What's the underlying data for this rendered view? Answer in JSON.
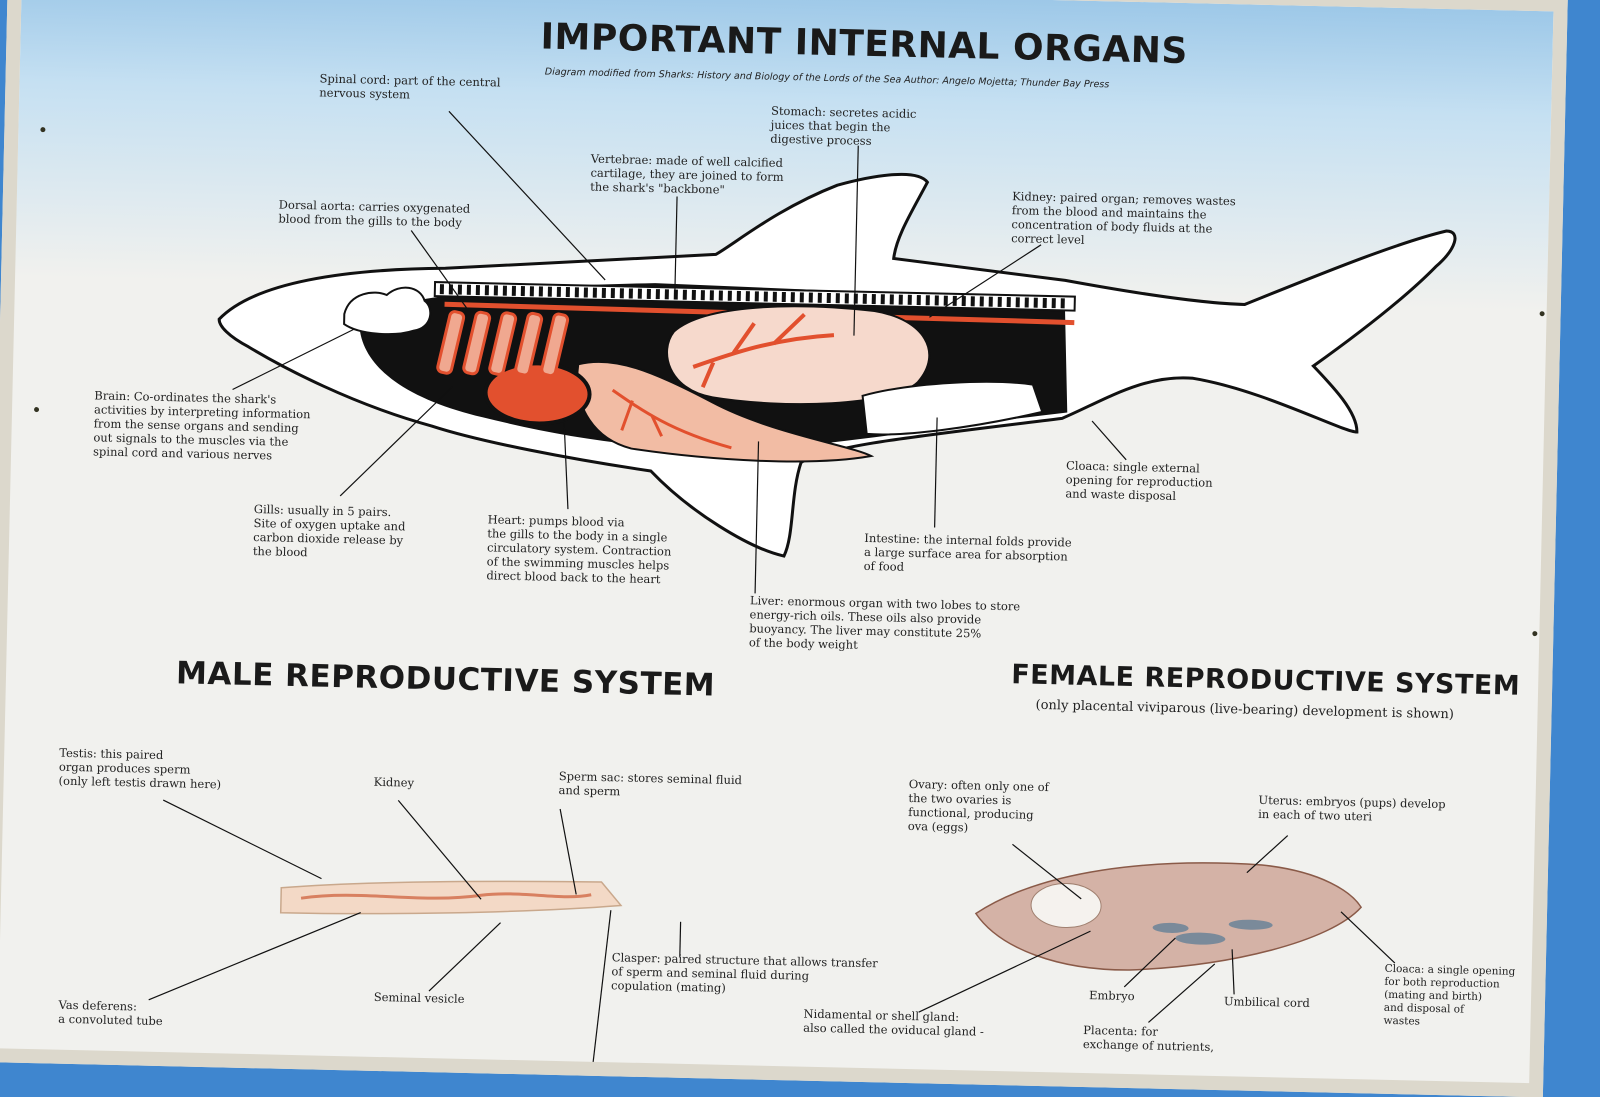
{
  "title": "IMPORTANT INTERNAL ORGANS",
  "credit": "Diagram modified from Sharks: History and Biology of the Lords of the Sea  Author: Angelo Mojetta; Thunder Bay Press",
  "organs": {
    "spinal_cord": [
      "Spinal cord: part of the central",
      "nervous system"
    ],
    "stomach": [
      "Stomach: secretes acidic",
      "juices that begin the",
      "digestive process"
    ],
    "vertebrae": [
      "Vertebrae: made of well calcified",
      "cartilage, they are joined to form",
      "the shark's \"backbone\""
    ],
    "kidney": [
      "Kidney: paired organ; removes wastes",
      "from the blood and maintains the",
      "concentration of body fluids at the",
      "correct level"
    ],
    "dorsal_aorta": [
      "Dorsal aorta: carries oxygenated",
      "blood from the gills to the body"
    ],
    "brain": [
      "Brain: Co-ordinates the shark's",
      "activities by interpreting information",
      "from the sense organs and sending",
      "out signals to the muscles via the",
      "spinal cord and various nerves"
    ],
    "cloaca": [
      "Cloaca: single external",
      "opening for reproduction",
      "and waste disposal"
    ],
    "gills": [
      "Gills: usually in 5 pairs.",
      "Site of oxygen uptake and",
      "carbon dioxide release by",
      "the blood"
    ],
    "heart": [
      "Heart: pumps blood via",
      "the gills to the body in a single",
      "circulatory system.  Contraction",
      "of the swimming muscles helps",
      "direct blood back to the heart"
    ],
    "intestine": [
      "Intestine: the internal folds provide",
      "a large surface area for absorption",
      "of food"
    ],
    "liver": [
      "Liver: enormous organ with two lobes to store",
      "energy-rich oils.  These oils also provide",
      "buoyancy.  The liver may constitute 25%",
      "of the body weight"
    ]
  },
  "male": {
    "title": "MALE REPRODUCTIVE SYSTEM",
    "testis": [
      "Testis: this paired",
      "organ produces sperm",
      "(only left testis drawn here)"
    ],
    "kidney": [
      "Kidney"
    ],
    "sperm_sac": [
      "Sperm sac: stores seminal fluid",
      "and sperm"
    ],
    "clasper": [
      "Clasper: paired structure that allows transfer",
      "of sperm and seminal fluid during",
      "copulation (mating)"
    ],
    "seminal_vesicle": [
      "Seminal vesicle"
    ],
    "vas_deferens": [
      "Vas deferens:",
      "a convoluted tube"
    ]
  },
  "female": {
    "title": "FEMALE REPRODUCTIVE SYSTEM",
    "subtitle": "(only placental viviparous (live-bearing) development is shown)",
    "ovary": [
      "Ovary: often only one of",
      "the two ovaries is",
      "functional, producing",
      "ova (eggs)"
    ],
    "uterus": [
      "Uterus: embryos (pups) develop",
      "in each of two uteri"
    ],
    "embryo": [
      "Embryo"
    ],
    "umbilical_cord": [
      "Umbilical cord"
    ],
    "cloaca": [
      "Cloaca: a single opening",
      "for both reproduction",
      "(mating and birth)",
      "and disposal of",
      "wastes"
    ],
    "nidamental": [
      "Nidamental or shell gland:",
      "also called the oviducal gland -"
    ],
    "placenta": [
      "Placenta: for",
      "exchange of nutrients,"
    ]
  },
  "colors": {
    "organ_red": "#e2502e",
    "organ_pink": "#f2bca4",
    "outline": "#111111",
    "sky": "#9dc8e8",
    "background": "#3f86cf"
  }
}
